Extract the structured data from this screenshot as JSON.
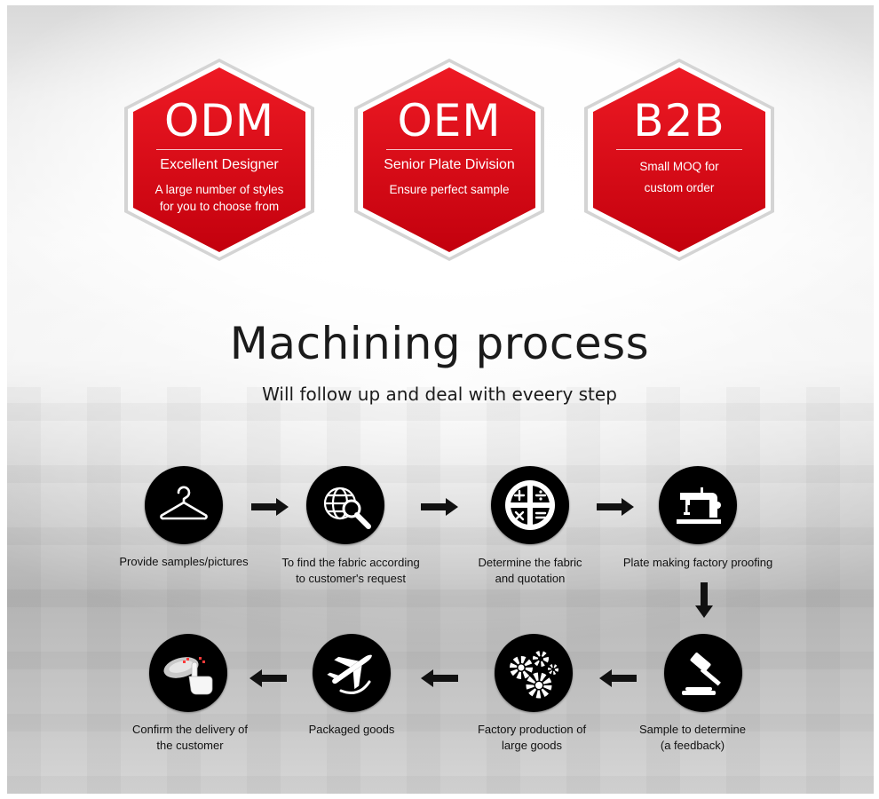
{
  "badges": [
    {
      "big": "ODM",
      "line1": "Excellent Designer",
      "line2a": "A large number of styles",
      "line2b": "for you to choose from"
    },
    {
      "big": "OEM",
      "line1": "Senior Plate Division",
      "line2a": "Ensure perfect sample",
      "line2b": ""
    },
    {
      "big": "B2B",
      "line1": "",
      "line2a": "Small MOQ for",
      "line2b": "custom order"
    }
  ],
  "section": {
    "title": "Machining process",
    "subtitle": "Will follow up and deal with eveery step"
  },
  "steps": [
    {
      "icon": "hanger-icon",
      "line1": "Provide samples/pictures",
      "line2": ""
    },
    {
      "icon": "globe-search-icon",
      "line1": "To find the fabric according",
      "line2": "to customer's request"
    },
    {
      "icon": "calculator-icon",
      "line1": "Determine the fabric",
      "line2": "and quotation"
    },
    {
      "icon": "sewing-machine-icon",
      "line1": "Plate making factory proofing",
      "line2": ""
    },
    {
      "icon": "gavel-icon",
      "line1": "Sample to determine",
      "line2": "(a feedback)"
    },
    {
      "icon": "gears-icon",
      "line1": "Factory production of",
      "line2": "large goods"
    },
    {
      "icon": "airplane-icon",
      "line1": "Packaged goods",
      "line2": ""
    },
    {
      "icon": "click-hand-icon",
      "line1": "Confirm the delivery of",
      "line2": "the customer"
    }
  ],
  "colors": {
    "badge_red": "#e1101b",
    "badge_dark": "#a8000b",
    "icon_circle": "#000000"
  }
}
